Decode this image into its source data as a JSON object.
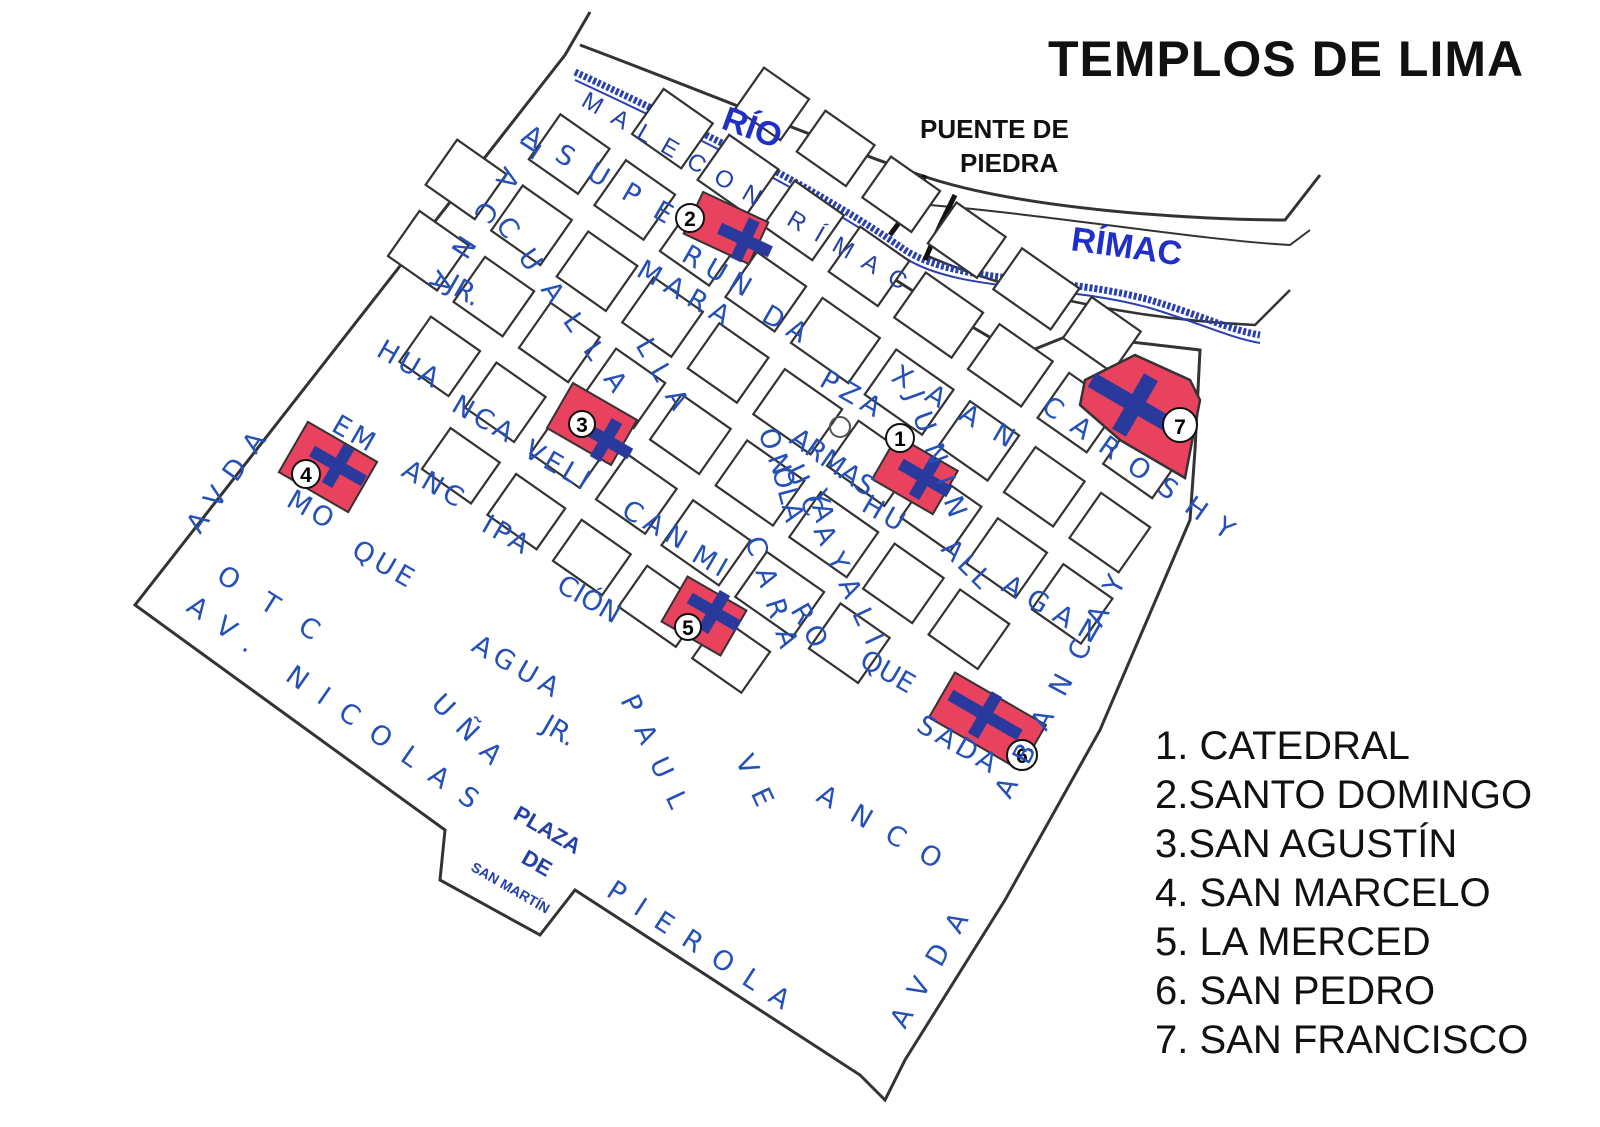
{
  "title": "TEMPLOS DE LIMA",
  "labels": {
    "rio": "RÍO",
    "rimac": "RÍMAC",
    "puente_line1": "PUENTE DE",
    "puente_line2": "PIEDRA",
    "malecon": "MALECON RÍMAC",
    "plaza_line1": "PLAZA",
    "plaza_line2": "DE",
    "plaza_line3": "SAN MARTÍN"
  },
  "streets": {
    "s1": "ASUPE",
    "s2": "RUN",
    "s3": "DA",
    "s4": "JR.",
    "s5": "CUALLA",
    "s6": "MARA",
    "s7": "TACNA",
    "s8": "HUA",
    "s9": "LLA",
    "s10": "ON",
    "s11": "PZA",
    "s12": "ARMAS",
    "s13": "OLA",
    "s14": "YA",
    "s15": "XAAN",
    "s16": "JUNIN",
    "s17": "CAROSHY",
    "s18": "EM",
    "s19": "NCA",
    "s20": "VELI",
    "s21": "HU",
    "s22": "ANC",
    "s23": "IPA",
    "s24": "CAN",
    "s25": "AVDA",
    "s26": "MO",
    "s27": "QUE",
    "s28": "OTC",
    "s29": "CIÓN",
    "s30": "MI",
    "s31": "CARA",
    "s32": "AV. NICOLAS",
    "s33": "AGUA",
    "s34": "JR.",
    "s35": "QUE",
    "s36": "UÑA",
    "s37": "SADA",
    "s38": "ANCO",
    "s39": "PIEROLA",
    "s40": "AVDA",
    "s41": "ABANCAY",
    "s42": "ALL",
    "s43": "AGAN",
    "s44": "RO",
    "s45": "UCAYALI",
    "s46": "PAUL",
    "s47": "VE"
  },
  "churches": [
    {
      "number": "1",
      "name": "CATEDRAL"
    },
    {
      "number": "2",
      "name": "SANTO DOMINGO"
    },
    {
      "number": "3",
      "name": "SAN AGUSTÍN"
    },
    {
      "number": "4",
      "name": "SAN MARCELO"
    },
    {
      "number": "5",
      "name": "LA MERCED"
    },
    {
      "number": "6",
      "name": "SAN PEDRO"
    },
    {
      "number": "7",
      "name": "SAN FRANCISCO"
    }
  ],
  "legend": [
    "1. CATEDRAL",
    "2.SANTO DOMINGO",
    "3.SAN AGUSTÍN",
    "4. SAN MARCELO",
    "5. LA MERCED",
    "6. SAN PEDRO",
    "7. SAN FRANCISCO"
  ],
  "colors": {
    "river": "#2a3fb0",
    "church_fill": "#e8425f",
    "cross": "#2a3a9c",
    "street_text": "#2550b8"
  }
}
